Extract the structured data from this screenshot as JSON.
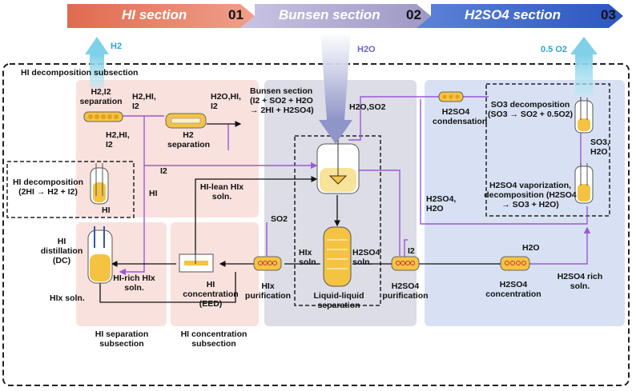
{
  "banner": {
    "hi_section": "HI section",
    "num1": "01",
    "bunsen_section": "Bunsen section",
    "num2": "02",
    "h2so4_section": "H2SO4 section",
    "num3": "03"
  },
  "gases": {
    "h2": "H2",
    "h2o": "H2O",
    "o2": "0.5 O2"
  },
  "subsections": {
    "hi_decomposition": "HI decomposition subsection",
    "hi_separation": "HI separation subsection",
    "hi_concentration": "HI concentration subsection"
  },
  "labels": {
    "h2_i2_separation": "H2,I2 separation",
    "h2hi_i2_a": "H2,HI, I2",
    "h2hi_i2_b": "H2,HI, I2",
    "h2_separation": "H2 separation",
    "h2ohi_i2": "H2O,HI, I2",
    "i2_left": "I2",
    "hi_decomp": "HI decomposition (2HI → H2 + I2)",
    "hi_small": "HI",
    "hi_mid": "HI",
    "hi_distillation": "HI distillation (DC)",
    "hi_rich": "HI-rich HIx soln.",
    "hix_soln": "HIx soln.",
    "hi_lean": "HI-lean HIx soln.",
    "hi_concentration_eed": "HI concentration (EED)",
    "bunsen_title": "Bunsen section (I2 + SO2 + H2O → 2HI + H2SO4)",
    "h2o_so2": "H2O,SO2",
    "so2": "SO2",
    "hix_soln_mid": "HIx soln.",
    "h2so4_soln": "H2SO4 soln.",
    "liquid_liquid": "Liquid-liquid separation",
    "hix_purification": "HIx purification",
    "i2_mid": "I2",
    "h2so4_purification": "H2SO4 purification",
    "h2so4_condensation": "H2SO4 condensation",
    "so3_decomp": "SO3 decomposition (SO3 → SO2 + 0.5O2)",
    "so3_h2o": "SO3, H2O",
    "h2so4_vapor": "H2SO4 vaporization, decomposition (H2SO4 → SO3 + H2O)",
    "h2so4_h2o": "H2SO4, H2O",
    "h2o_right": "H2O",
    "h2so4_concentration": "H2SO4 concentration",
    "h2so4_rich": "H2SO4 rich soln."
  },
  "colors": {
    "hi_arrow": "#e9826a",
    "bunsen_arrow": "#b7b2d6",
    "h2so4_arrow": "#3f6fd0",
    "hi_zone": "#f9e1dd",
    "bunsen_zone": "#dcdde6",
    "h2so4_zone": "#d8e1f4",
    "purple_line": "#9b59d6"
  }
}
